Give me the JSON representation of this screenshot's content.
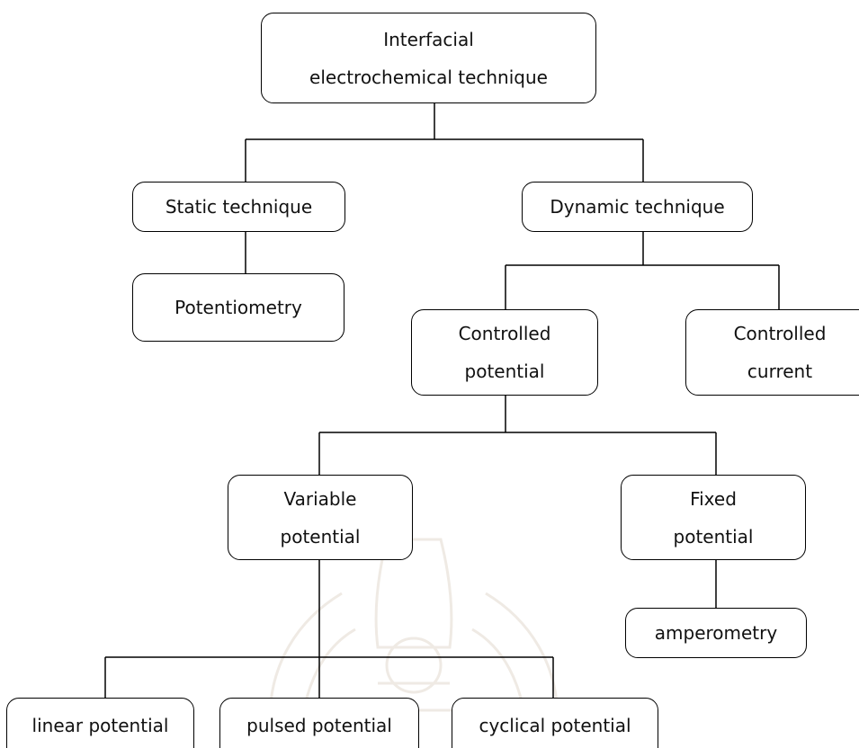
{
  "nodes": {
    "root": [
      "Interfacial",
      "electrochemical technique"
    ],
    "static": [
      "Static technique"
    ],
    "dynamic": [
      "Dynamic technique"
    ],
    "potentiometry": [
      "Potentiometry"
    ],
    "controlled_potential": [
      "Controlled",
      "potential"
    ],
    "controlled_current": [
      "Controlled",
      "current"
    ],
    "variable_potential": [
      "Variable",
      "potential"
    ],
    "fixed_potential": [
      "Fixed",
      "potential"
    ],
    "amperometry": [
      "amperometry"
    ],
    "linear_potential": [
      "linear potential"
    ],
    "pulsed_potential": [
      "pulsed potential"
    ],
    "cyclical_potential": [
      "cyclical potential"
    ]
  }
}
